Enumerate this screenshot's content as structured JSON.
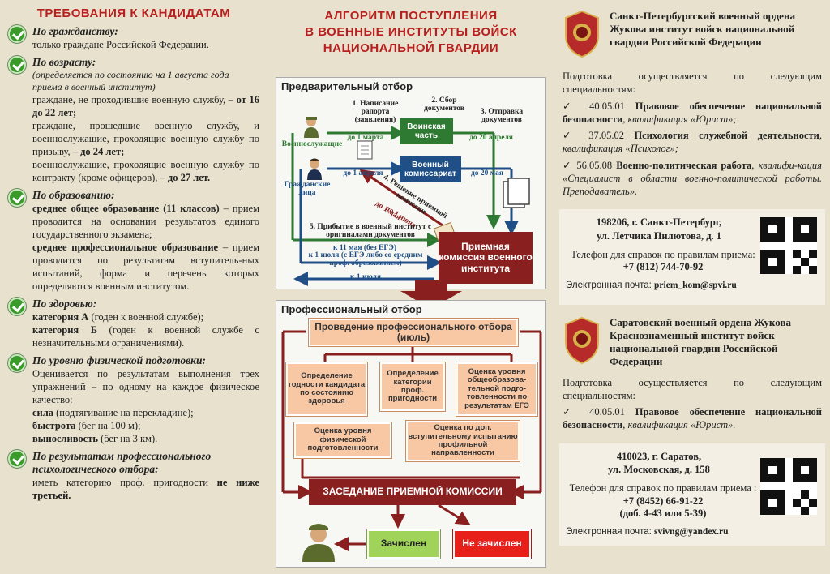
{
  "left": {
    "title": "ТРЕБОВАНИЯ К КАНДИДАТАМ",
    "citizenship": {
      "title": "По гражданству:",
      "text": "только граждане Российской Федерации."
    },
    "age": {
      "title": "По возрасту:",
      "sub": "(определяется по состоянию на 1 августа года приема в военный институт)",
      "p1a": "граждане, не проходившие военную службу, – ",
      "p1b": "от 16 до 22 лет;",
      "p2a": "граждане, прошедшие военную службу, и военнослужащие, проходящие военную службу по призыву, – ",
      "p2b": "до 24 лет;",
      "p3a": "военнослужащие, проходящие военную службу по контракту (кроме офицеров), – ",
      "p3b": "до 27 лет."
    },
    "education": {
      "title": "По образованию:",
      "p1a": "среднее общее образование (11 классов)",
      "p1b": " – прием проводится на основании результатов единого государственного экзамена;",
      "p2a": "среднее профессиональное образование",
      "p2b": " – прием проводится по результатам вступитель-ных испытаний, форма и перечень которых определяются военным институтом."
    },
    "health": {
      "title": "По здоровью:",
      "p1a": "категория А",
      "p1b": " (годен к военной службе);",
      "p2a": "категория Б",
      "p2b": " (годен к военной службе с незначительными ограничениями)."
    },
    "physical": {
      "title": "По уровню физической подготовки:",
      "p1": "Оценивается по результатам выполнения трех упражнений – по одному на каждое физическое качество:",
      "p2a": "сила",
      "p2b": " (подтягивание на перекладине);",
      "p3a": "быстрота",
      "p3b": " (бег на 100 м);",
      "p4a": "выносливость",
      "p4b": " (бег на 3 км)."
    },
    "psych": {
      "title": "По результатам профессионального психологического отбора:",
      "pa": "иметь категорию проф. пригодности ",
      "pb": "не ниже третьей."
    }
  },
  "mid": {
    "title_l1": "АЛГОРИТМ ПОСТУПЛЕНИЯ",
    "title_l2": "В ВОЕННЫЕ ИНСТИТУТЫ ВОЙСК",
    "title_l3": "НАЦИОНАЛЬНОЙ ГВАРДИИ",
    "pre": {
      "title": "Предварительный отбор",
      "step1": "1. Написание рапорта (заявления)",
      "step2": "2. Сбор документов",
      "step3": "3. Отправка документов",
      "military_unit": "Воинская часть",
      "commissariat": "Военный комиссариат",
      "serviceman": "Военнослужащие",
      "civilians": "Гражданские лица",
      "d_mar1": "до 1 марта",
      "d_apr20": "до 20 апреля",
      "d_apr1": "до 1 апреля",
      "d_may20": "до 20 мая",
      "step4": "4. Решение приемной комиссии",
      "d_may1": "до 1 мая",
      "d_jun1": "до 1 июня",
      "step5": "5. Прибытие в военный институт с оригиналами документов",
      "d_may11": "к 11 мая (без ЕГЭ)",
      "d_jul1a": "к 1 июля (с ЕГЭ либо со средним проф. образованием)",
      "d_jul1b": "к 1 июля",
      "committee": "Приемная комиссия военного института"
    },
    "prof": {
      "title": "Профессиональный отбор",
      "main": "Проведение профессионального отбора (июль)",
      "b1": "Определение годности кандидата по состоянию здоровья",
      "b2": "Определение категории проф. пригодности",
      "b3": "Оценка уровня общеобразова-тельной подго-товленности по результатам ЕГЭ",
      "b4": "Оценка уровня физической подготовленности",
      "b5": "Оценка по доп. вступительному испытанию профильной направленности",
      "meeting": "ЗАСЕДАНИЕ ПРИЕМНОЙ КОМИССИИ",
      "enrolled": "Зачислен",
      "not_enrolled": "Не зачислен"
    }
  },
  "right": {
    "spb": {
      "name": "Санкт-Петербургский военный ордена Жукова институт войск национальной гвардии Российской Федерации",
      "intro": "Подготовка осуществляется по следующим специальностям:",
      "s1_code": "✓ 40.05.01 ",
      "s1_name": "Правовое обеспечение национальной безопасности",
      "s1_q": ", квалификация «Юрист»;",
      "s2_code": "✓ 37.05.02 ",
      "s2_name": "Психология служебной деятельности",
      "s2_q": ", квалификация «Психолог»;",
      "s3_code": "✓ 56.05.08 ",
      "s3_name": "Военно-политическая работа",
      "s3_q": ", квалифи-кация «Специалист в области военно-политической работы. Преподаватель».",
      "addr1": "198206, г. Санкт-Петербург,",
      "addr2": "ул. Летчика Пилютова, д. 1",
      "tel_label": "Телефон для справок по правилам приема:",
      "tel": "+7 (812) 744-70-92",
      "mail_label": "Электронная почта: ",
      "mail": "priem_kom@spvi.ru"
    },
    "sar": {
      "name": "Саратовский военный ордена Жукова Краснознаменный институт войск национальной гвардии Российской Федерации",
      "intro": "Подготовка осуществляется по следующим специальностям:",
      "s1_code": "✓ 40.05.01 ",
      "s1_name": "Правовое обеспечение национальной безопасности",
      "s1_q": ", квалификация «Юрист».",
      "addr1": "410023, г. Саратов,",
      "addr2": "ул. Московская, д. 158",
      "tel_label": "Телефон для справок по правилам приема :",
      "tel": "+7 (8452) 66-91-22",
      "tel2": "(доб. 4-43 или 5-39)",
      "mail_label": "Электронная почта: ",
      "mail": "svivng@yandex.ru"
    }
  }
}
